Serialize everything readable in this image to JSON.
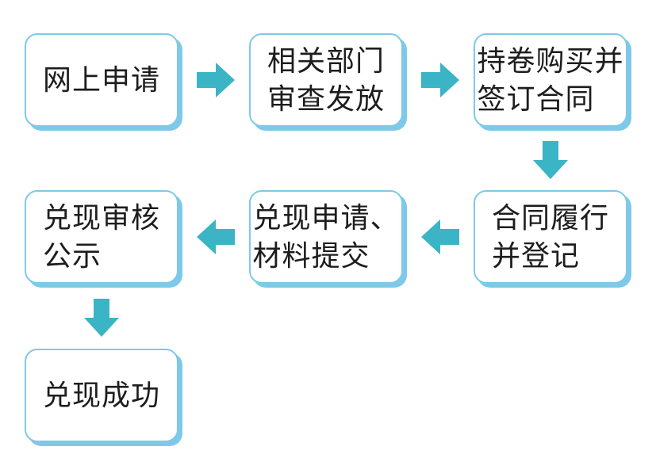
{
  "flowchart": {
    "colors": {
      "box_border": "#7EC9E8",
      "box_fill": "#FFFFFF",
      "arrow": "#3BB4C5",
      "text": "#1D1D1D",
      "background": "#FFFFFF"
    },
    "nodes": [
      {
        "id": "n1",
        "lines": [
          "网上申请"
        ]
      },
      {
        "id": "n2",
        "lines": [
          "相关部门",
          "审查发放"
        ]
      },
      {
        "id": "n3",
        "lines": [
          "持卷购买并",
          "签订合同"
        ]
      },
      {
        "id": "n4",
        "lines": [
          "合同履行",
          "并登记"
        ]
      },
      {
        "id": "n5",
        "lines": [
          "兑现申请、",
          "材料提交"
        ]
      },
      {
        "id": "n6",
        "lines": [
          "兑现审核",
          "公示"
        ]
      },
      {
        "id": "n7",
        "lines": [
          "兑现成功"
        ]
      }
    ],
    "edges": [
      {
        "from": "n1",
        "to": "n2",
        "direction": "right"
      },
      {
        "from": "n2",
        "to": "n3",
        "direction": "right"
      },
      {
        "from": "n3",
        "to": "n4",
        "direction": "down"
      },
      {
        "from": "n4",
        "to": "n5",
        "direction": "left"
      },
      {
        "from": "n5",
        "to": "n6",
        "direction": "left"
      },
      {
        "from": "n6",
        "to": "n7",
        "direction": "down"
      }
    ]
  }
}
